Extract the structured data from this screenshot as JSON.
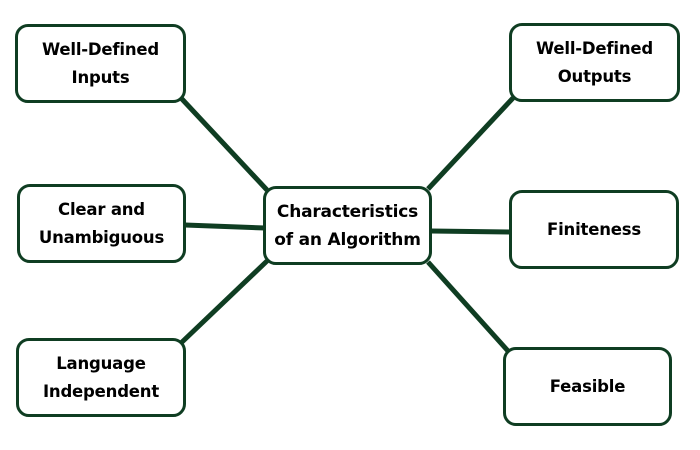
{
  "diagram": {
    "title": "Characteristics of an Algorithm",
    "colors": {
      "border": "#0f3d22",
      "connector": "#0f3d22",
      "text": "#000000",
      "background": "#ffffff"
    },
    "center": {
      "lines": [
        "Characteristics",
        "of an Algorithm"
      ]
    },
    "nodes": [
      {
        "id": "inputs",
        "position": "top-left",
        "lines": [
          "Well-Defined",
          "Inputs"
        ]
      },
      {
        "id": "clear",
        "position": "middle-left",
        "lines": [
          "Clear and",
          "Unambiguous"
        ]
      },
      {
        "id": "lang",
        "position": "bottom-left",
        "lines": [
          "Language",
          "Independent"
        ]
      },
      {
        "id": "outputs",
        "position": "top-right",
        "lines": [
          "Well-Defined",
          "Outputs"
        ]
      },
      {
        "id": "finite",
        "position": "middle-right",
        "lines": [
          "Finiteness"
        ]
      },
      {
        "id": "feas",
        "position": "bottom-right",
        "lines": [
          "Feasible"
        ]
      }
    ],
    "edges": [
      {
        "from": "center",
        "to": "inputs"
      },
      {
        "from": "center",
        "to": "clear"
      },
      {
        "from": "center",
        "to": "lang"
      },
      {
        "from": "center",
        "to": "outputs"
      },
      {
        "from": "center",
        "to": "finite"
      },
      {
        "from": "center",
        "to": "feas"
      }
    ]
  }
}
